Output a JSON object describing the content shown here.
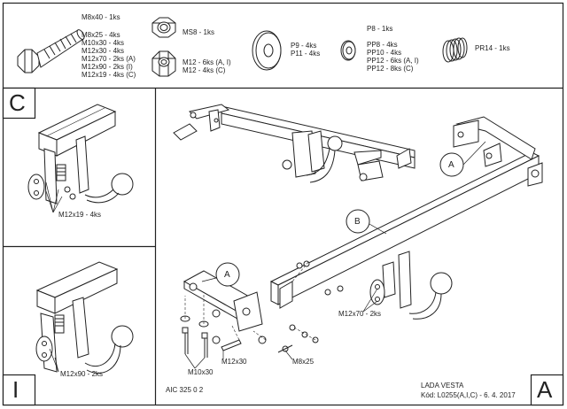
{
  "parts": {
    "bolt_m8x40": "M8x40 - 1ks",
    "bolt_list": [
      "M8x25 - 4ks",
      "M10x30 - 4ks",
      "M12x30 - 4ks",
      "M12x70 - 2ks (A)",
      "M12x90 - 2ks (I)",
      "M12x19 - 4ks (C)"
    ],
    "nut_ms8": "MS8 - 1ks",
    "nut_list": [
      "M12 - 6ks (A, I)",
      "M12 - 4ks (C)"
    ],
    "washer_list": [
      "P9 - 4ks",
      "P11 - 4ks"
    ],
    "small_washer_top": "P8 - 1ks",
    "small_washer_list": [
      "PP8 - 4ks",
      "PP10 - 4ks",
      "PP12 - 6ks (A, I)",
      "PP12 - 8ks (C)"
    ],
    "spring": "PR14 - 1ks"
  },
  "panels": {
    "c_letter": "C",
    "c_callout": "M12x19 - 4ks",
    "i_letter": "I",
    "i_callout": "M12x90 - 2ks",
    "a_letter": "A"
  },
  "main": {
    "callout_a_top": "A",
    "callout_b": "B",
    "callout_a_left": "A",
    "m12x70": "M12x70 - 2ks",
    "m10x30": "M10x30",
    "m12x30": "M12x30",
    "m8x25": "M8x25"
  },
  "footer": {
    "code": "AIC 325 0 2",
    "model": "LADA VESTA",
    "kod": "Kód: L0255(A,I,C) - 6. 4. 2017"
  }
}
